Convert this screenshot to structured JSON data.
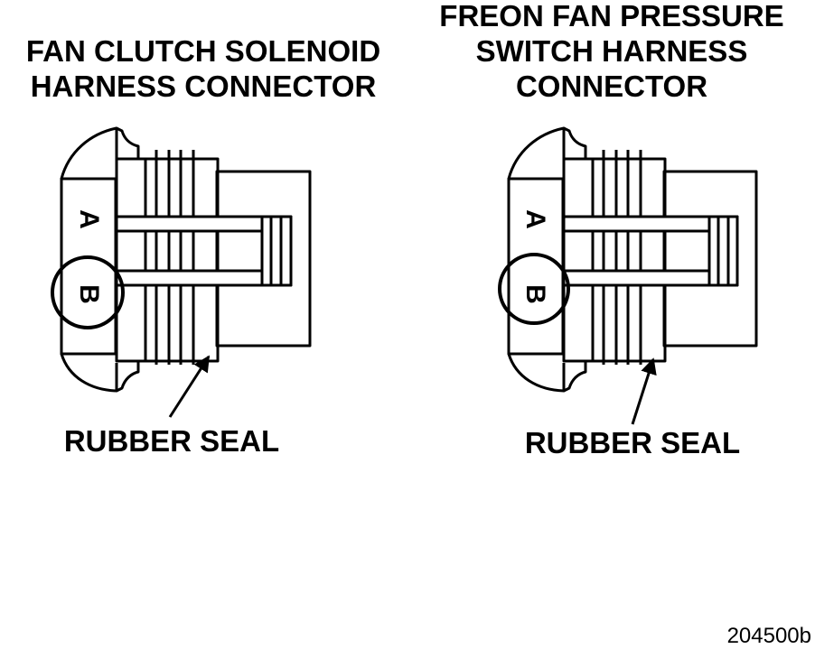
{
  "connectors": [
    {
      "id": "left",
      "title_lines": [
        "FAN CLUTCH SOLENOID",
        "HARNESS CONNECTOR"
      ],
      "pin_a": "A",
      "pin_b": "B",
      "seal_label": "RUBBER SEAL"
    },
    {
      "id": "right",
      "title_lines": [
        "FREON FAN PRESSURE",
        "SWITCH HARNESS",
        "CONNECTOR"
      ],
      "pin_a": "A",
      "pin_b": "B",
      "seal_label": "RUBBER SEAL"
    }
  ],
  "figure_id": "204500b"
}
